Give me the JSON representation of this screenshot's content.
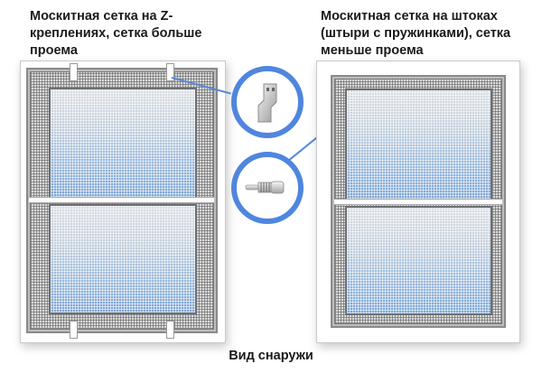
{
  "left_panel": {
    "title": "Москитная сетка на Z-креплениях, сетка больше проема",
    "mount_type": "z-bracket",
    "screen_size": "larger than opening"
  },
  "right_panel": {
    "title": "Москитная сетка на штоках (штыри с пружинками), сетка меньше проема",
    "mount_type": "spring-pin",
    "screen_size": "smaller than opening"
  },
  "callouts": [
    {
      "icon": "z-bracket-icon"
    },
    {
      "icon": "spring-pin-icon"
    }
  ],
  "caption": "Вид снаружи",
  "colors": {
    "accent_circle": "#4f86de",
    "leader_line": "#5b88d6",
    "glass_top": "#d9dde2",
    "glass_bottom": "#7ea6d6",
    "frame": "#ffffff",
    "mesh": "#d8d8d8"
  }
}
